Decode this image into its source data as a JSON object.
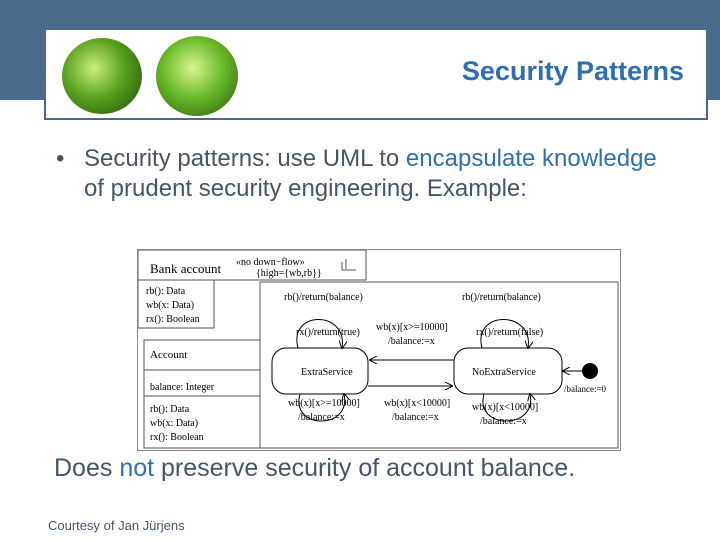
{
  "slide": {
    "title": "Security Patterns",
    "bullet": {
      "symbol": "•",
      "text_before": "Security patterns: use UML to ",
      "highlight_1": "encapsulate knowledge",
      "text_after": " of prudent security engineering. Example:"
    },
    "statement": {
      "before": "Does ",
      "highlight": "not",
      "after": " preserve security of account balance."
    },
    "credit": "Courtesy of Jan Jürjens"
  },
  "diagram": {
    "class_name": "Bank account",
    "stereotype": "«no down−flow»",
    "tag": "{high={wb,rb}}",
    "operations": [
      "rb(): Data",
      "wb(x: Data)",
      "rx(): Boolean"
    ],
    "inner_class": "Account",
    "attribute": "balance: Integer",
    "inner_ops": [
      "rb(): Data",
      "wb(x: Data)",
      "rx(): Boolean"
    ],
    "states": [
      "ExtraService",
      "NoExtraService"
    ],
    "transitions": {
      "extra_self_top": "rb()/return(balance)",
      "extra_rx": "rx()/return(true)",
      "no_self_top": "rb()/return(balance)",
      "no_rx": "rx()/return(false)",
      "to_extra": "wb(x)[x>=10000]",
      "to_extra_action": "/balance:=x",
      "extra_self_bottom": "wb(x)[x>=10000]",
      "extra_self_bottom_action": "/balance:=x",
      "to_no": "wb(x)[x<10000]",
      "to_no_action": "/balance:=x",
      "no_self_bottom": "wb(x)[x<10000]",
      "no_self_bottom_action": "/balance:=x",
      "initial": "/balance:=0"
    }
  },
  "colors": {
    "bar": "#4a6a8c",
    "accent": "#2f6fb0",
    "text": "#46566a"
  }
}
